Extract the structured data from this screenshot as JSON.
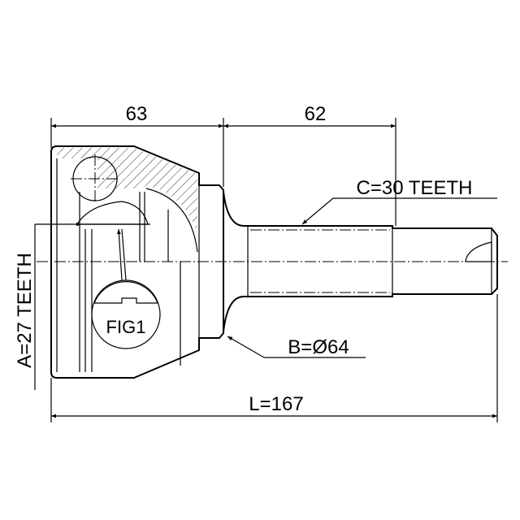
{
  "dimensions": {
    "housing_length": "63",
    "shaft_length": "62",
    "overall_length": "L=167",
    "outer_teeth": "C=30 TEETH",
    "inner_teeth": "A=27 TEETH",
    "abs_diameter": "B=Ø64"
  },
  "figure_label": "FIG1"
}
